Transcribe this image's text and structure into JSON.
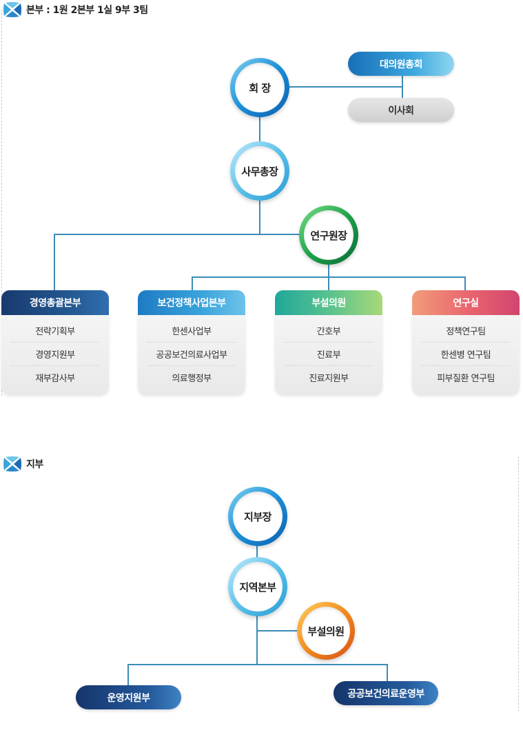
{
  "colors": {
    "accent": "#1b8fd8",
    "line": "#3a8cb8"
  },
  "hq": {
    "title": "본부 : 1원 2본부 1실 9부 3팀",
    "chairman": "회 장",
    "general_assembly": "대의원총회",
    "board": "이사회",
    "secretary_general": "사무총장",
    "institute_director": "연구원장",
    "depts": [
      {
        "name": "경영총괄본부",
        "items": [
          "전략기획부",
          "경영지원부",
          "재부감사부"
        ]
      },
      {
        "name": "보건정책사업본부",
        "items": [
          "한센사업부",
          "공공보건의료사업부",
          "의료행정부"
        ]
      },
      {
        "name": "부설의원",
        "items": [
          "간호부",
          "진료부",
          "진료지원부"
        ]
      },
      {
        "name": "연구실",
        "items": [
          "정책연구팀",
          "한센병 연구팀",
          "피부질환 연구팀"
        ]
      }
    ]
  },
  "branch": {
    "title": "지부",
    "branch_head": "지부장",
    "regional_hq": "지역본부",
    "clinic": "부설의원",
    "ops_support": "운영지원부",
    "public_health": "공공보건의료운영부"
  }
}
